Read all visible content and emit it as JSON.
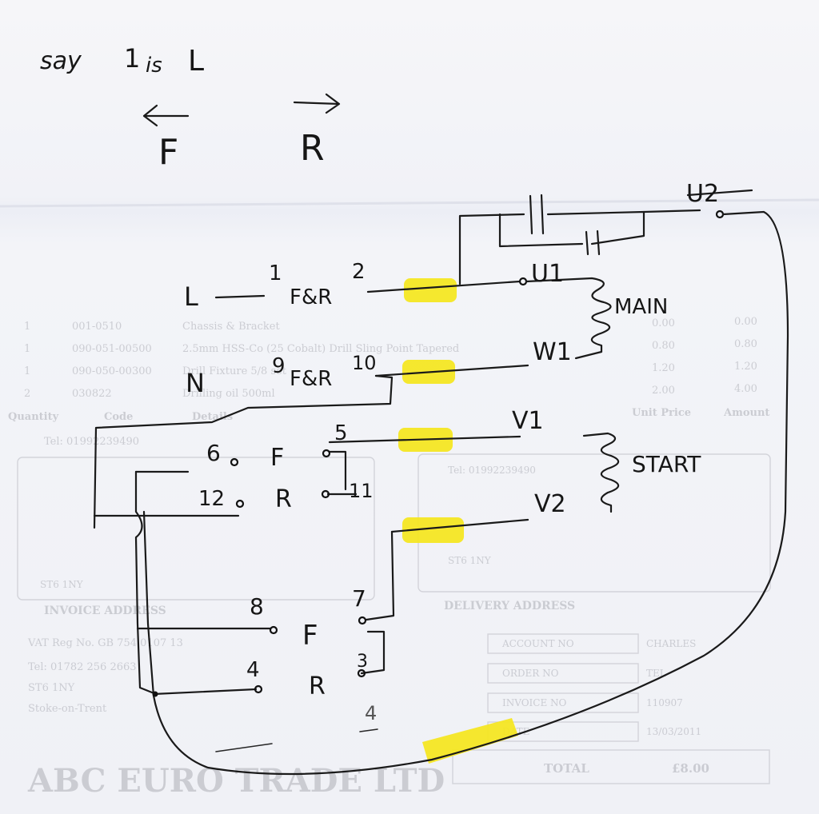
{
  "note": {
    "say": "say",
    "one": "1",
    "is": "is",
    "l": "L"
  },
  "direction": {
    "forward": "F",
    "reverse": "R"
  },
  "terminals": {
    "U2": "U2",
    "U1": "U1",
    "W1": "W1",
    "V1": "V1",
    "V2": "V2",
    "L": "L",
    "N": "N",
    "t1": "1",
    "t2": "2",
    "t9": "9",
    "t10": "10",
    "t5": "5",
    "t6": "6",
    "t12": "12",
    "t11": "11",
    "t8": "8",
    "t7": "7",
    "t4": "4",
    "t3": "3",
    "t4b": "4"
  },
  "switches": {
    "fr_top": "F&R",
    "fr_mid": "F&R",
    "f1": "F",
    "r1": "R",
    "f2": "F",
    "r2": "R"
  },
  "windings": {
    "main": "MAIN",
    "start": "START"
  },
  "background_form": {
    "rows": [
      {
        "qty": "1",
        "code": "001-0510",
        "desc": "Chassis & Bracket",
        "price": "0.00",
        "amount": "0.00"
      },
      {
        "qty": "1",
        "code": "090-051-00500",
        "desc": "2.5mm HSS-Co (25 Cobalt) Drill Sling Point Tapered",
        "price": "0.80",
        "amount": "0.80"
      },
      {
        "qty": "1",
        "code": "090-050-00300",
        "desc": "Drill Fixture 5/8 set",
        "price": "1.20",
        "amount": "1.20"
      },
      {
        "qty": "2",
        "code": "030822",
        "desc": "Drilling oil 500ml",
        "price": "2.00",
        "amount": "4.00"
      }
    ],
    "headers": {
      "qty": "Quantity",
      "code": "Code",
      "desc": "Details",
      "price": "Unit Price",
      "amount": "Amount"
    },
    "tel": "Tel: 01992239490",
    "delivery_heading": "DELIVERY ADDRESS",
    "invoice_heading": "INVOICE ADDRESS",
    "vat": "VAT Reg No. GB 754 0107 13",
    "tel2": "Tel: 01782 256 2663",
    "town": "ST6 1NY",
    "city": "Stoke-on-Trent",
    "company": "ABC EURO TRADE LTD",
    "date_label": "DATE",
    "date_value": "13/03/2011",
    "invoice_label": "INVOICE NO",
    "invoice_value": "110907",
    "account_label": "ACCOUNT NO",
    "account_value": "CHARLES",
    "order_label": "ORDER NO",
    "order_value": "TEL",
    "total_label": "TOTAL",
    "total_value": "£8.00"
  }
}
